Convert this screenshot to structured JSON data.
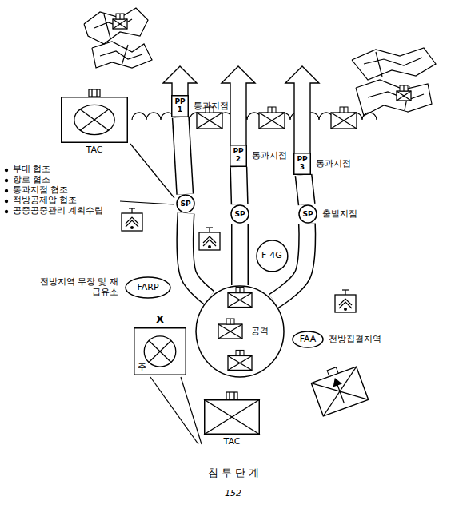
{
  "diagram": {
    "caption": "침 투 단 계",
    "nodes": [
      {
        "text": [
          "TAC"
        ]
      },
      {
        "text": [
          "통과지점",
          "PP 1"
        ]
      },
      {
        "text": [
          "통과지점",
          "PP 2"
        ]
      },
      {
        "text": [
          "통과지점",
          "PP 3"
        ]
      },
      {
        "text": [
          "SP"
        ]
      },
      {
        "text": [
          "SP"
        ]
      },
      {
        "text": [
          "SP",
          "출발지점"
        ]
      },
      {
        "text": [
          "F-4G"
        ]
      },
      {
        "text": [
          "FARP",
          "전방지역 무장 및 재급유소"
        ]
      },
      {
        "text": [
          "공격"
        ]
      },
      {
        "text": [
          "FAA",
          "전방집결지역"
        ]
      },
      {
        "text": [
          "X",
          "주"
        ]
      },
      {
        "text": [
          "TAC"
        ]
      }
    ],
    "edges": [
      {
        "from": 9,
        "to": 4,
        "arrow": "none"
      },
      {
        "from": 9,
        "to": 5,
        "arrow": "none"
      },
      {
        "from": 9,
        "to": 6,
        "arrow": "none"
      },
      {
        "from": 4,
        "to": 1,
        "arrow": "none"
      },
      {
        "from": 5,
        "to": 2,
        "arrow": "none"
      },
      {
        "from": 6,
        "to": 3,
        "arrow": "none"
      }
    ],
    "labels": [
      "부대 협조",
      "항로 협조",
      "통과지점 협조",
      "적방공제압 협조",
      "공중공중관리 계획수립",
      "152"
    ]
  }
}
